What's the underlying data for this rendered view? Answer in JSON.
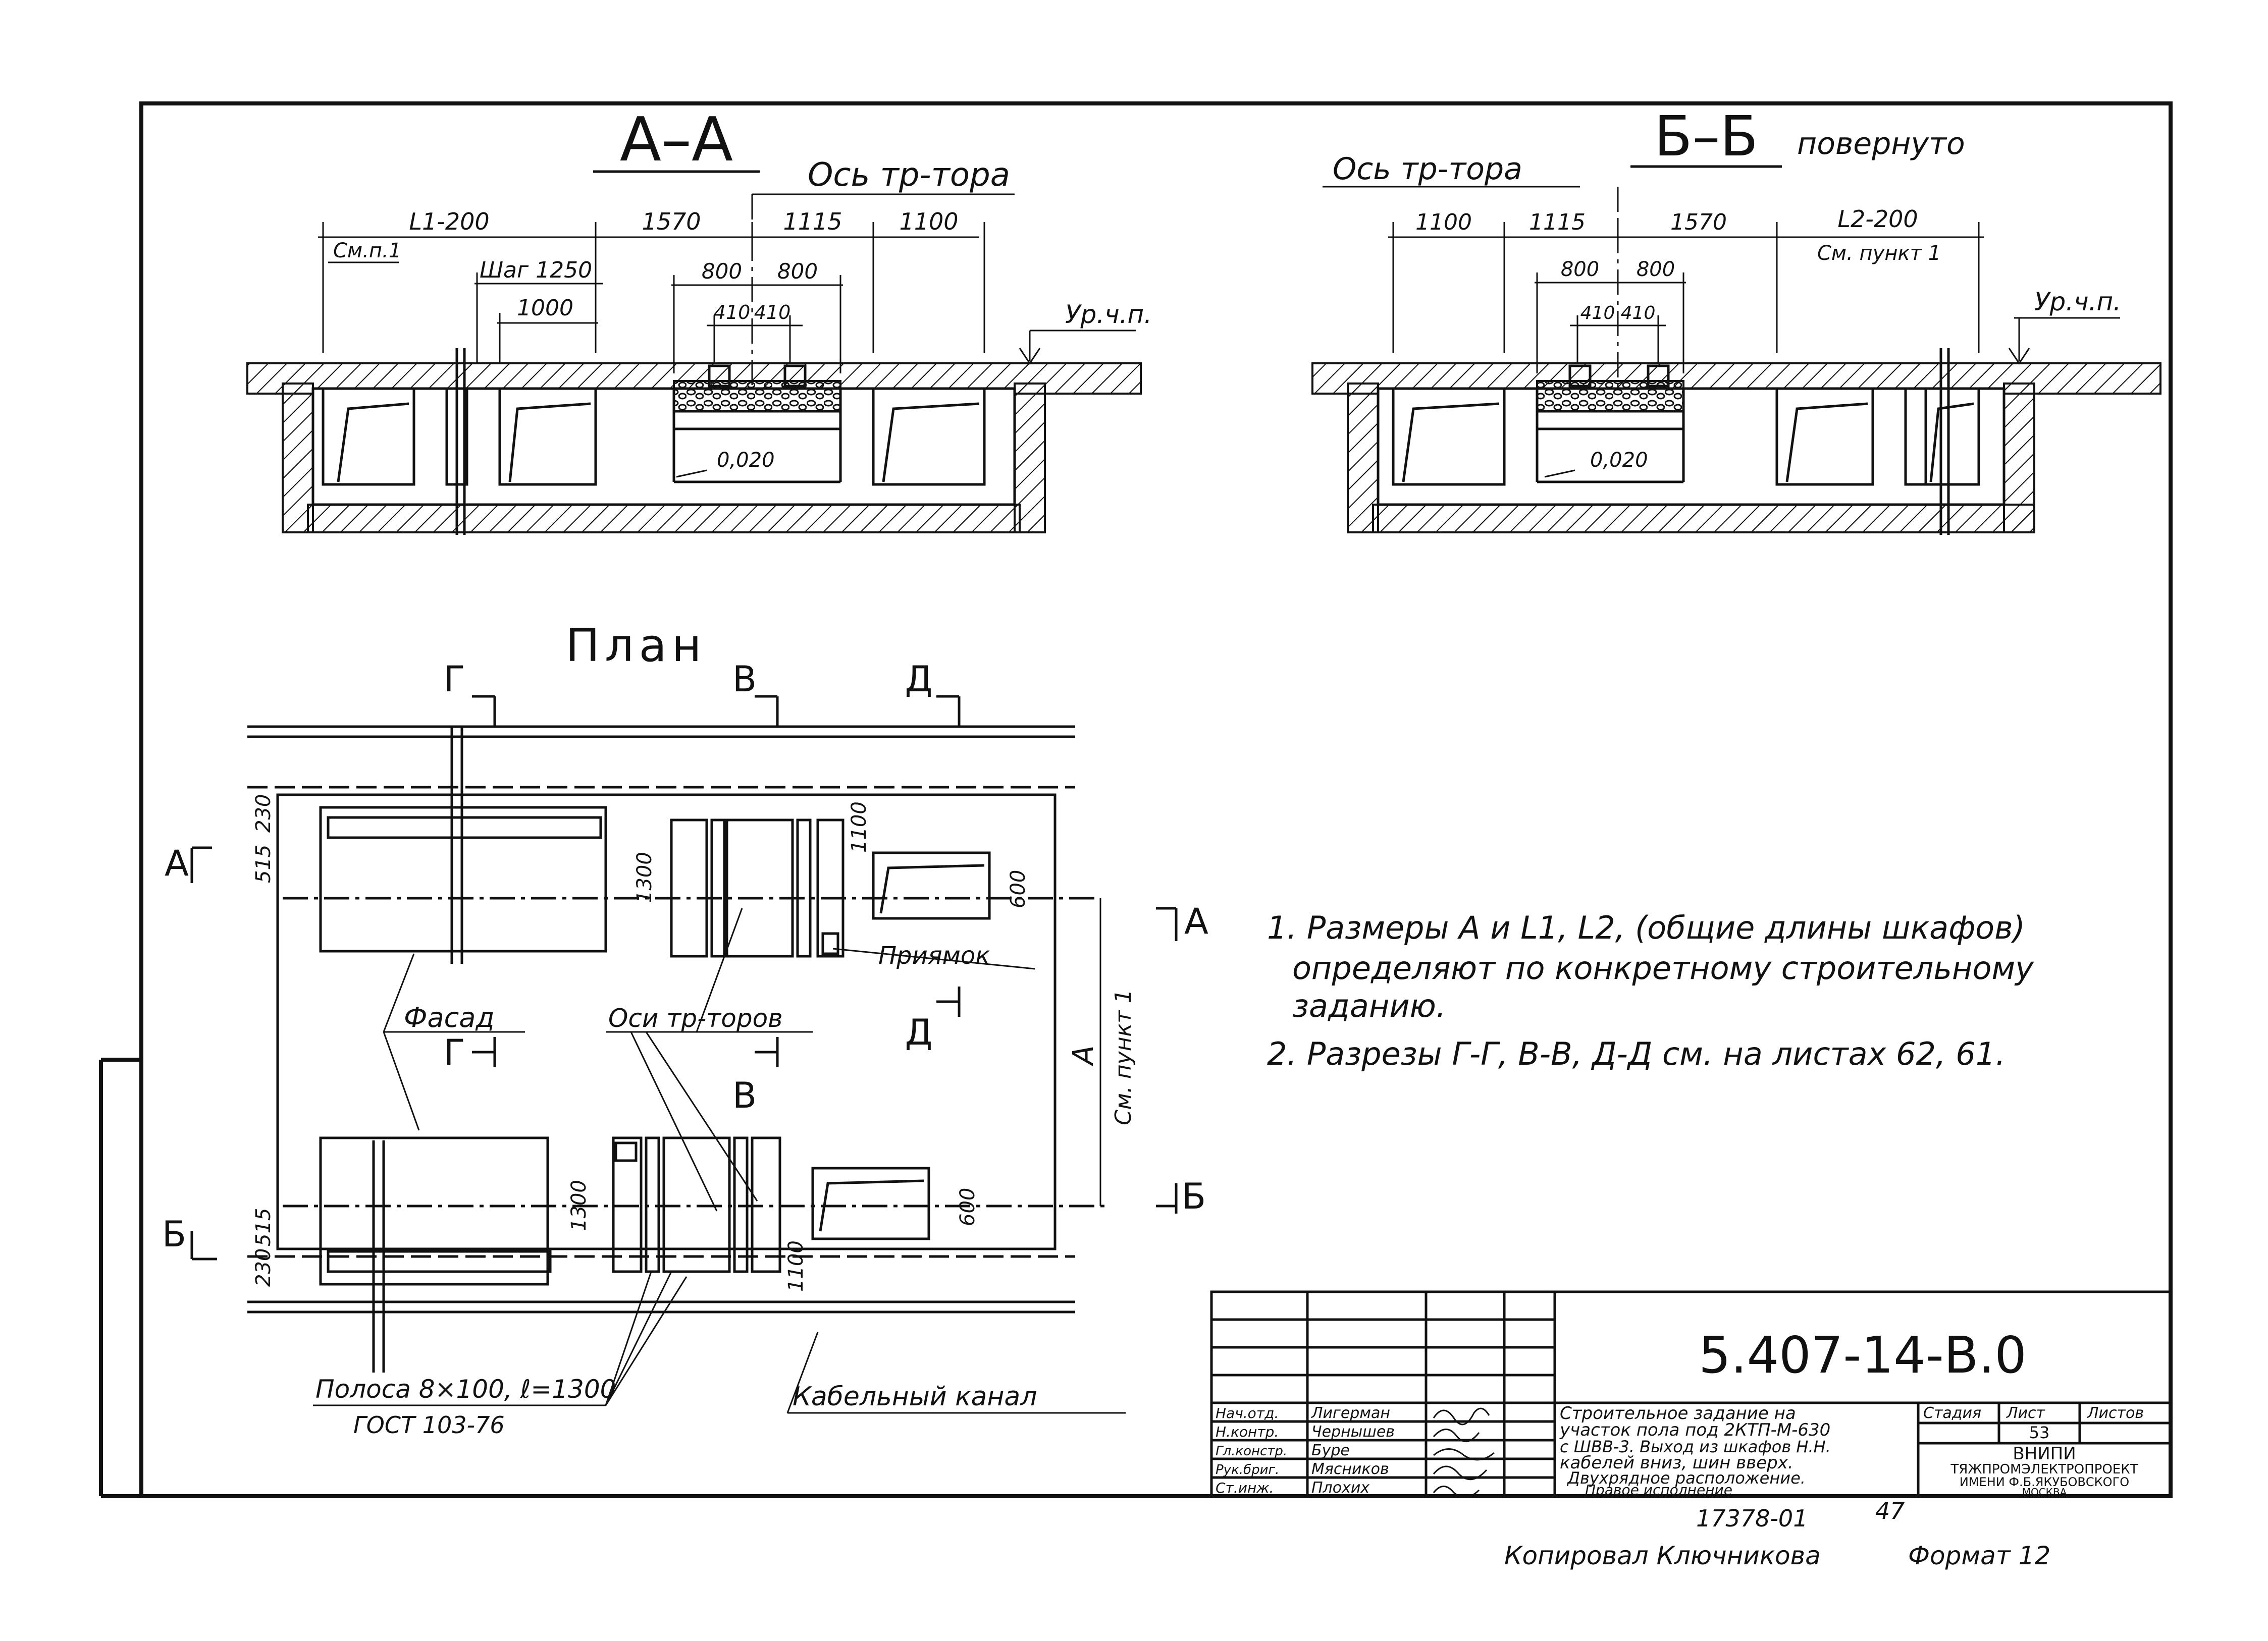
{
  "sections": {
    "aa": {
      "title": "А–А",
      "axis_label": "Ось тр-тора",
      "dims": [
        "L1-200",
        "1570",
        "1115",
        "1100",
        "См.п.1",
        "Шаг 1250",
        "1000",
        "800",
        "800",
        "410",
        "410"
      ],
      "level_label": "Ур.ч.п.",
      "slope": "0,020"
    },
    "bb": {
      "title": "Б–Б",
      "subtitle": "повернуто",
      "axis_label": "Ось тр-тора",
      "dims": [
        "1100",
        "1115",
        "1570",
        "L2-200",
        "См. пункт 1",
        "800",
        "800",
        "410",
        "410"
      ],
      "level_label": "Ур.ч.п.",
      "slope": "0,020"
    }
  },
  "plan": {
    "title": "План",
    "cut_marks": [
      "Г",
      "В",
      "Д",
      "Г",
      "В",
      "Д",
      "А",
      "А",
      "Б",
      "Б"
    ],
    "dims": [
      "515",
      "230",
      "1300",
      "1100",
      "600",
      "1300",
      "600",
      "1100",
      "515",
      "230"
    ],
    "side_dim": "А",
    "side_dim_note": "См. пункт 1",
    "labels": {
      "priyamok": "Приямок",
      "fasad": "Фасад",
      "osi": "Оси тр-торов",
      "polosa": "Полоса 8×100, ℓ=1300",
      "gost": "ГОСТ 103-76",
      "kanal": "Кабельный канал"
    }
  },
  "notes": [
    "1. Размеры А и L1, L2, (общие длины шкафов)",
    "определяют по конкретному строительному",
    "заданию.",
    "2. Разрезы Г-Г, В-В, Д-Д см. на листах 62, 61."
  ],
  "stamp": {
    "code": "5.407-14-В.0",
    "rows": [
      {
        "role": "Нач.отд.",
        "name": "Лигерман"
      },
      {
        "role": "Н.контр.",
        "name": "Чернышев"
      },
      {
        "role": "Гл.констр.",
        "name": "Буре"
      },
      {
        "role": "Рук.бриг.",
        "name": "Мясников"
      },
      {
        "role": "Ст.инж.",
        "name": "Плохих"
      }
    ],
    "description": [
      "Строительное задание на",
      "участок пола под 2КТП-М-630",
      "с ШВВ-3. Выход из шкафов Н.Н.",
      "кабелей вниз, шин вверх.",
      "Двухрядное расположение.",
      "Правое исполнение"
    ],
    "head": [
      "Стадия",
      "Лист",
      "Листов"
    ],
    "sheet": "53",
    "org": [
      "ВНИПИ",
      "ТЯЖПРОМЭЛЕКТРОПРОЕКТ",
      "ИМЕНИ Ф.Б.ЯКУБОВСКОГО",
      "МОСКВА"
    ]
  },
  "footer": {
    "archive": "17378-01",
    "page": "47",
    "copied": "Копировал Ключникова",
    "format": "Формат 12"
  }
}
